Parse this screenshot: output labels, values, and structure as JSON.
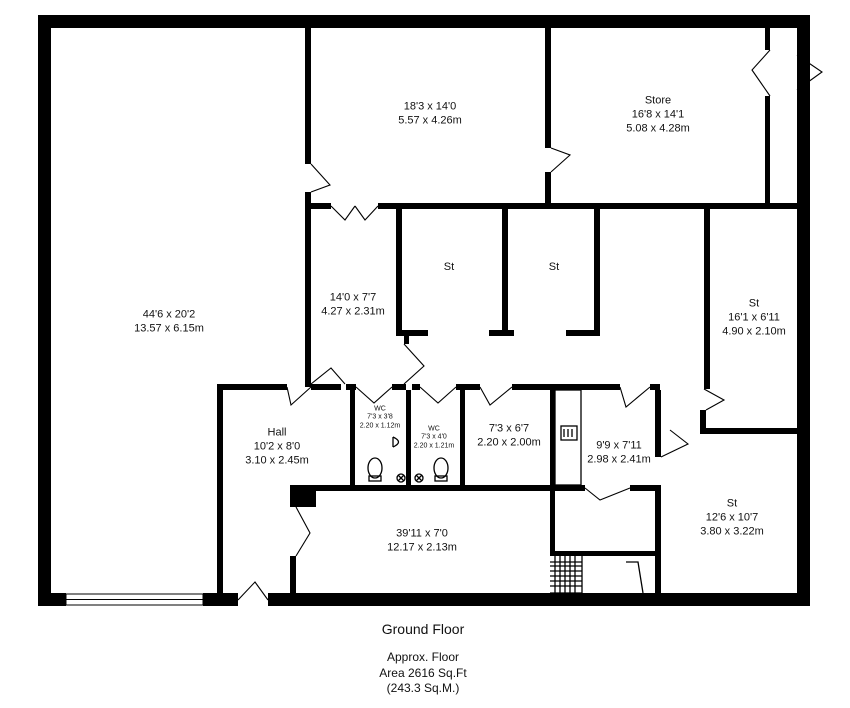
{
  "plan": {
    "floor_name": "Ground Floor",
    "area_lines": [
      "Approx. Floor",
      "Area 2616 Sq.Ft",
      "(243.3 Sq.M.)"
    ]
  },
  "rooms": {
    "large_room": [
      "44'6 x 20'2",
      "13.57 x 6.15m"
    ],
    "top_middle": [
      "18'3 x 14'0",
      "5.57 x 4.26m"
    ],
    "store": [
      "Store",
      "16'8 x 14'1",
      "5.08 x 4.28m"
    ],
    "corridor": [
      "14'0 x 7'7",
      "4.27 x 2.31m"
    ],
    "st_1": [
      "St"
    ],
    "st_2": [
      "St"
    ],
    "st_right": [
      "St",
      "16'1 x 6'11",
      "4.90 x 2.10m"
    ],
    "hall": [
      "Hall",
      "10'2 x 8'0",
      "3.10 x 2.45m"
    ],
    "wc_1": [
      "WC",
      "7'3 x 3'8",
      "2.20 x 1.12m"
    ],
    "wc_2": [
      "WC",
      "7'3 x 4'0",
      "2.20 x 1.21m"
    ],
    "small_room": [
      "7'3 x 6'7",
      "2.20 x 2.00m"
    ],
    "kitchen": [
      "9'9 x 7'11",
      "2.98 x 2.41m"
    ],
    "st_bottom_right": [
      "St",
      "12'6 x 10'7",
      "3.80 x 3.22m"
    ],
    "bottom_corridor": [
      "39'11 x 7'0",
      "12.17 x 2.13m"
    ]
  }
}
